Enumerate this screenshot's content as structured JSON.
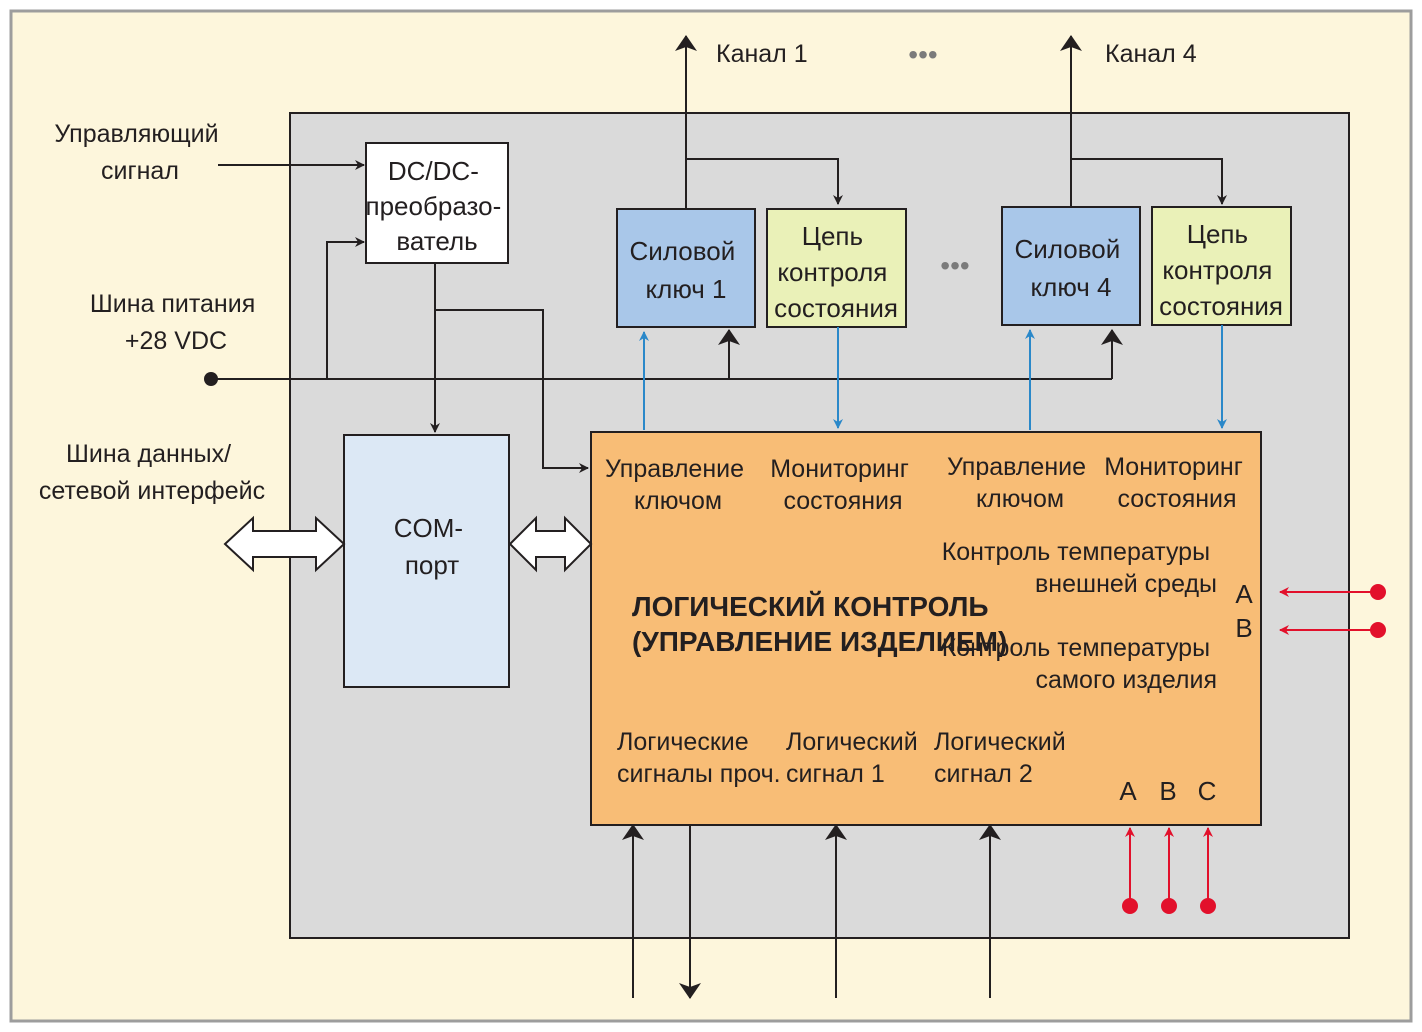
{
  "inputs": {
    "control_signal": [
      "Управляющий",
      "сигнал"
    ],
    "power_bus": [
      "Шина питания",
      "+28 VDC"
    ],
    "data_bus": [
      "Шина данных/",
      "сетевой интерфейс"
    ]
  },
  "channels": {
    "channel_1": "Канал 1",
    "channel_4": "Канал 4",
    "ellipsis": "•••"
  },
  "blocks": {
    "dcdc": [
      "DC/DC-",
      "преобразо-",
      "ватель"
    ],
    "com": [
      "COM-",
      "порт"
    ],
    "switch_1": [
      "Силовой",
      "ключ 1"
    ],
    "monitor_1": [
      "Цепь",
      "контроля",
      "состояния"
    ],
    "switch_4": [
      "Силовой",
      "ключ 4"
    ],
    "monitor_4": [
      "Цепь",
      "контроля",
      "состояния"
    ]
  },
  "logic": {
    "title": [
      "ЛОГИЧЕСКИЙ КОНТРОЛЬ",
      "(УПРАВЛЕНИЕ ИЗДЕЛИЕМ)"
    ],
    "key_control_1": [
      "Управление",
      "ключом"
    ],
    "monitoring_1": [
      "Мониторинг",
      "состояния"
    ],
    "key_control_4": [
      "Управление",
      "ключом"
    ],
    "monitoring_4": [
      "Мониторинг",
      "состояния"
    ],
    "ext_temp": [
      "Контроль температуры",
      "внешней среды"
    ],
    "self_temp": [
      "Контроль температуры",
      "самого изделия"
    ],
    "logic_other": [
      "Логические",
      "сигналы проч."
    ],
    "logic_1": [
      "Логический",
      "сигнал 1"
    ],
    "logic_2": [
      "Логический",
      "сигнал 2"
    ],
    "temp_inputs": [
      "A",
      "B"
    ],
    "sensor_inputs": [
      "A",
      "B",
      "C"
    ]
  },
  "colors": {
    "frame_bg": "#fdf6dc",
    "frame_border": "#9d9d9d",
    "device_bg": "#dadada",
    "switch_fill": "#a9c7e9",
    "monitor_fill": "#eaf1b8",
    "com_fill": "#dce8f5",
    "logic_fill": "#f8bd76",
    "blue_arrow": "#2a88c9",
    "red_arrow": "#e2102b",
    "ink": "#231f20"
  }
}
